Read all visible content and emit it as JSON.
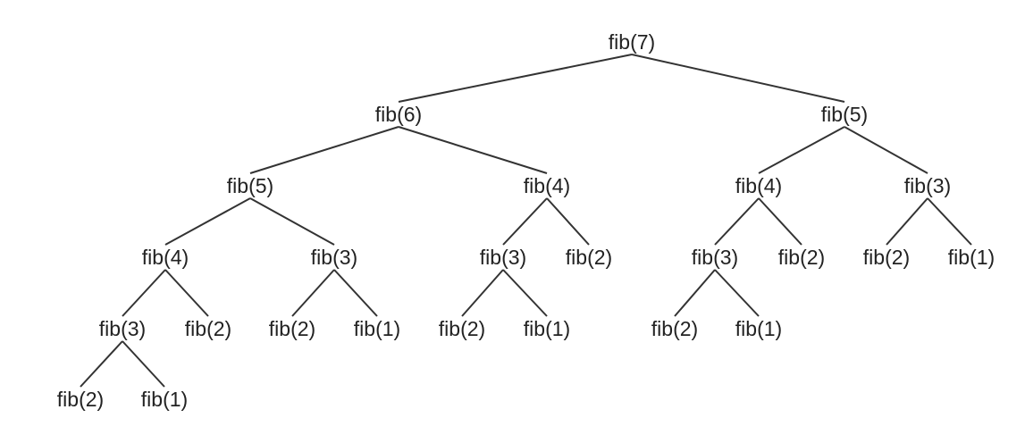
{
  "tree": {
    "line_color": "#333333",
    "text_color": "#222222",
    "nodes": [
      {
        "id": "n0",
        "label": "fib(7)",
        "parent": null
      },
      {
        "id": "n1",
        "label": "fib(6)",
        "parent": "n0"
      },
      {
        "id": "n2",
        "label": "fib(5)",
        "parent": "n0"
      },
      {
        "id": "n3",
        "label": "fib(5)",
        "parent": "n1"
      },
      {
        "id": "n4",
        "label": "fib(4)",
        "parent": "n1"
      },
      {
        "id": "n5",
        "label": "fib(4)",
        "parent": "n2"
      },
      {
        "id": "n6",
        "label": "fib(3)",
        "parent": "n2"
      },
      {
        "id": "n7",
        "label": "fib(4)",
        "parent": "n3"
      },
      {
        "id": "n8",
        "label": "fib(3)",
        "parent": "n3"
      },
      {
        "id": "n9",
        "label": "fib(3)",
        "parent": "n4"
      },
      {
        "id": "n10",
        "label": "fib(2)",
        "parent": "n4"
      },
      {
        "id": "n11",
        "label": "fib(3)",
        "parent": "n5"
      },
      {
        "id": "n12",
        "label": "fib(2)",
        "parent": "n5"
      },
      {
        "id": "n13",
        "label": "fib(2)",
        "parent": "n6"
      },
      {
        "id": "n14",
        "label": "fib(1)",
        "parent": "n6"
      },
      {
        "id": "n15",
        "label": "fib(3)",
        "parent": "n7"
      },
      {
        "id": "n16",
        "label": "fib(2)",
        "parent": "n7"
      },
      {
        "id": "n17",
        "label": "fib(2)",
        "parent": "n8"
      },
      {
        "id": "n18",
        "label": "fib(1)",
        "parent": "n8"
      },
      {
        "id": "n19",
        "label": "fib(2)",
        "parent": "n9"
      },
      {
        "id": "n20",
        "label": "fib(1)",
        "parent": "n9"
      },
      {
        "id": "n21",
        "label": "fib(2)",
        "parent": "n11"
      },
      {
        "id": "n22",
        "label": "fib(1)",
        "parent": "n11"
      },
      {
        "id": "n23",
        "label": "fib(2)",
        "parent": "n15"
      },
      {
        "id": "n24",
        "label": "fib(1)",
        "parent": "n15"
      }
    ]
  }
}
